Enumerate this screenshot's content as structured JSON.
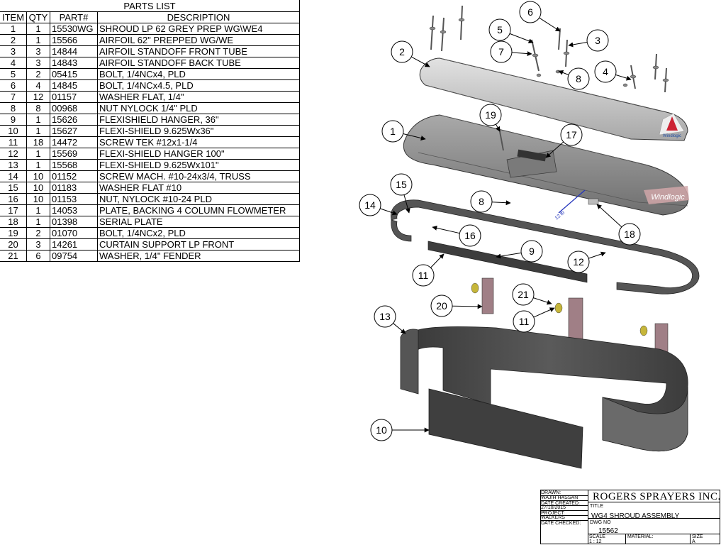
{
  "parts_list": {
    "title": "PARTS LIST",
    "headers": {
      "item": "ITEM",
      "qty": "QTY",
      "part": "PART#",
      "description": "DESCRIPTION"
    },
    "rows": [
      {
        "item": "1",
        "qty": "1",
        "part": "15530WG",
        "description": "SHROUD LP 62 GREY PREP WG\\WE4"
      },
      {
        "item": "2",
        "qty": "1",
        "part": "15566",
        "description": "AIRFOIL 62\" PREPPED WG/WE"
      },
      {
        "item": "3",
        "qty": "3",
        "part": "14844",
        "description": "AIRFOIL STANDOFF FRONT TUBE"
      },
      {
        "item": "4",
        "qty": "3",
        "part": "14843",
        "description": "AIRFOIL STANDOFF BACK TUBE"
      },
      {
        "item": "5",
        "qty": "2",
        "part": "05415",
        "description": "BOLT, 1/4NCx4, PLD"
      },
      {
        "item": "6",
        "qty": "4",
        "part": "14845",
        "description": "BOLT, 1/4NCx4.5, PLD"
      },
      {
        "item": "7",
        "qty": "12",
        "part": "01157",
        "description": "WASHER FLAT, 1/4\""
      },
      {
        "item": "8",
        "qty": "8",
        "part": "00968",
        "description": "NUT NYLOCK 1/4\" PLD"
      },
      {
        "item": "9",
        "qty": "1",
        "part": "15626",
        "description": "FLEXISHIELD HANGER, 36\""
      },
      {
        "item": "10",
        "qty": "1",
        "part": "15627",
        "description": "FLEXI-SHIELD 9.625Wx36\""
      },
      {
        "item": "11",
        "qty": "18",
        "part": "14472",
        "description": "SCREW TEK #12x1-1/4"
      },
      {
        "item": "12",
        "qty": "1",
        "part": "15569",
        "description": "FLEXI-SHIELD HANGER 100\""
      },
      {
        "item": "13",
        "qty": "1",
        "part": "15568",
        "description": "FLEXI-SHIELD 9.625Wx101\""
      },
      {
        "item": "14",
        "qty": "10",
        "part": "01152",
        "description": "SCREW MACH. #10-24x3/4, TRUSS"
      },
      {
        "item": "15",
        "qty": "10",
        "part": "01183",
        "description": "WASHER FLAT #10"
      },
      {
        "item": "16",
        "qty": "10",
        "part": "01153",
        "description": "NUT, NYLOCK #10-24 PLD"
      },
      {
        "item": "17",
        "qty": "1",
        "part": "14053",
        "description": "PLATE, BACKING 4 COLUMN FLOWMETER"
      },
      {
        "item": "18",
        "qty": "1",
        "part": "01398",
        "description": "SERIAL PLATE"
      },
      {
        "item": "19",
        "qty": "2",
        "part": "01070",
        "description": "BOLT, 1/4NCx2, PLD"
      },
      {
        "item": "20",
        "qty": "3",
        "part": "14261",
        "description": "CURTAIN SUPPORT LP FRONT"
      },
      {
        "item": "21",
        "qty": "6",
        "part": "09754",
        "description": "WASHER, 1/4\" FENDER"
      }
    ]
  },
  "diagram": {
    "balloons": [
      "1",
      "2",
      "3",
      "4",
      "5",
      "6",
      "7",
      "8",
      "8",
      "9",
      "10",
      "11",
      "11",
      "12",
      "13",
      "14",
      "15",
      "16",
      "17",
      "18",
      "19",
      "20",
      "21"
    ],
    "dimension_label": "12 lb",
    "logo_text": "Windlogic"
  },
  "title_block": {
    "drawn_label": "DRAWN:",
    "drawn_value": "WAJIH HASSAN",
    "date_created_label": "DATE CREATED:",
    "date_created_value": "27/10/2015",
    "project_label": "PROJECT:",
    "project_value": "WALKERS",
    "date_checked_label": "DATE CHECKED:",
    "company": "ROGERS SPRAYERS INC.",
    "title_label": "TITLE",
    "title_value": "WG4 SHROUD ASSEMBLY",
    "dwg_no_label": "DWG NO",
    "dwg_no_value": "15562",
    "scale_label": "SCALE",
    "scale_value": "1 : 12",
    "material_label": "MATERIAL:",
    "size_label": "SIZE",
    "size_value": "A"
  },
  "colors": {
    "shroud_grey": "#8f8f8f",
    "airfoil_grey": "#c9c9c9",
    "curtain_dark": "#4a4a4a",
    "curtain_support": "#a07f86",
    "logo_red": "#cc2233"
  }
}
